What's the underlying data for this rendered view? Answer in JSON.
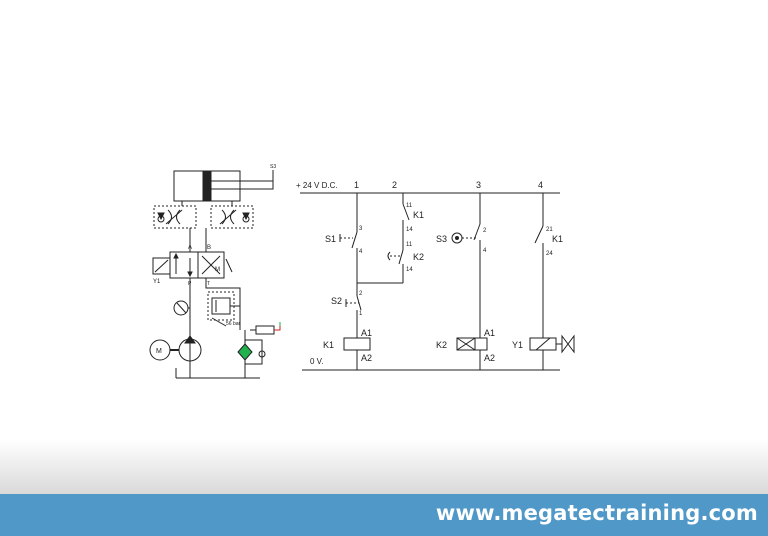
{
  "hydraulic": {
    "valve_ports": {
      "a": "A",
      "b": "B",
      "p": "P",
      "t": "T"
    },
    "solenoid_label": "Y1",
    "solenoid_label_right": "M",
    "pressure": "56 bar",
    "motor": "M",
    "limit_switch": "S3"
  },
  "electrical": {
    "supply": "+ 24 V D.C.",
    "ground": "0 V.",
    "columns": [
      "1",
      "2",
      "3",
      "4"
    ],
    "s1": {
      "label": "S1",
      "t1": "3",
      "t2": "4"
    },
    "k1_contact_col2": {
      "label": "K1",
      "t1": "11",
      "t2": "14"
    },
    "k2_contact_col2": {
      "label": "K2",
      "t1": "11",
      "t2": "14"
    },
    "s2": {
      "label": "S2",
      "t1": "2",
      "t2": "1"
    },
    "k1_coil": {
      "label": "K1",
      "a1": "A1",
      "a2": "A2"
    },
    "s3": {
      "label": "S3",
      "t1": "2",
      "t2": "4"
    },
    "k2_coil": {
      "label": "K2",
      "a1": "A1",
      "a2": "A2"
    },
    "k1_contact_col4": {
      "label": "K1",
      "t1": "21",
      "t2": "24"
    },
    "y1_coil": {
      "label": "Y1"
    }
  },
  "footer": {
    "url": "www.megatectraining.com",
    "bg_color": "#4f98c8"
  }
}
